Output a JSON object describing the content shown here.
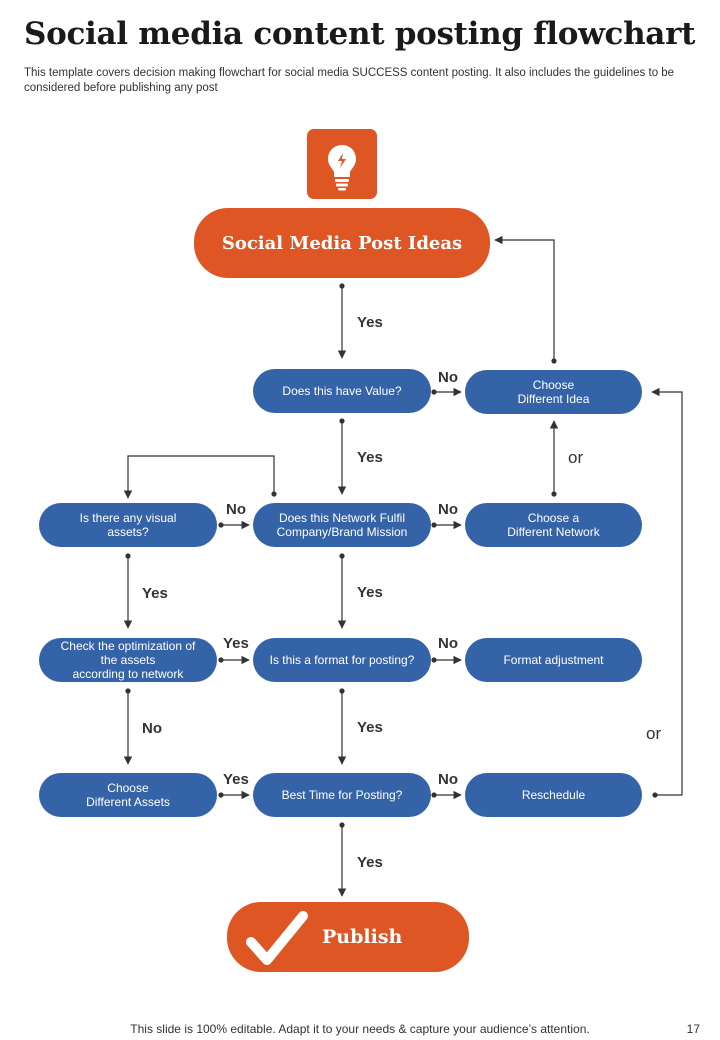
{
  "header": {
    "title": "Social media content posting flowchart",
    "subtitle": "This template covers decision making flowchart for social media SUCCESS content posting. It also includes the guidelines to be considered before publishing any post"
  },
  "icons": {
    "top": "lightbulb-icon",
    "publish": "checkmark-icon"
  },
  "colors": {
    "accent_orange": "#dd5623",
    "node_blue": "#3563a8"
  },
  "flow": {
    "start": "Social Media Post Ideas",
    "end": "Publish",
    "nodes": {
      "value": "Does this have Value?",
      "choose_idea": "Choose\nDifferent Idea",
      "network_fulfil": "Does this Network Fulfil\nCompany/Brand Mission",
      "choose_network": "Choose a\nDifferent Network",
      "visual_assets": "Is there any visual\nassets?",
      "check_optimization": "Check the optimization of\nthe assets\naccording to network",
      "format_posting": "Is this a format for posting?",
      "format_adjustment": "Format adjustment",
      "choose_assets": "Choose\nDifferent Assets",
      "best_time": "Best Time for Posting?",
      "reschedule": "Reschedule"
    },
    "labels": {
      "yes": "Yes",
      "no": "No",
      "or": "or"
    }
  },
  "footer": {
    "note": "This slide is 100% editable. Adapt it to your needs & capture your audience’s attention.",
    "page_number": "17"
  }
}
